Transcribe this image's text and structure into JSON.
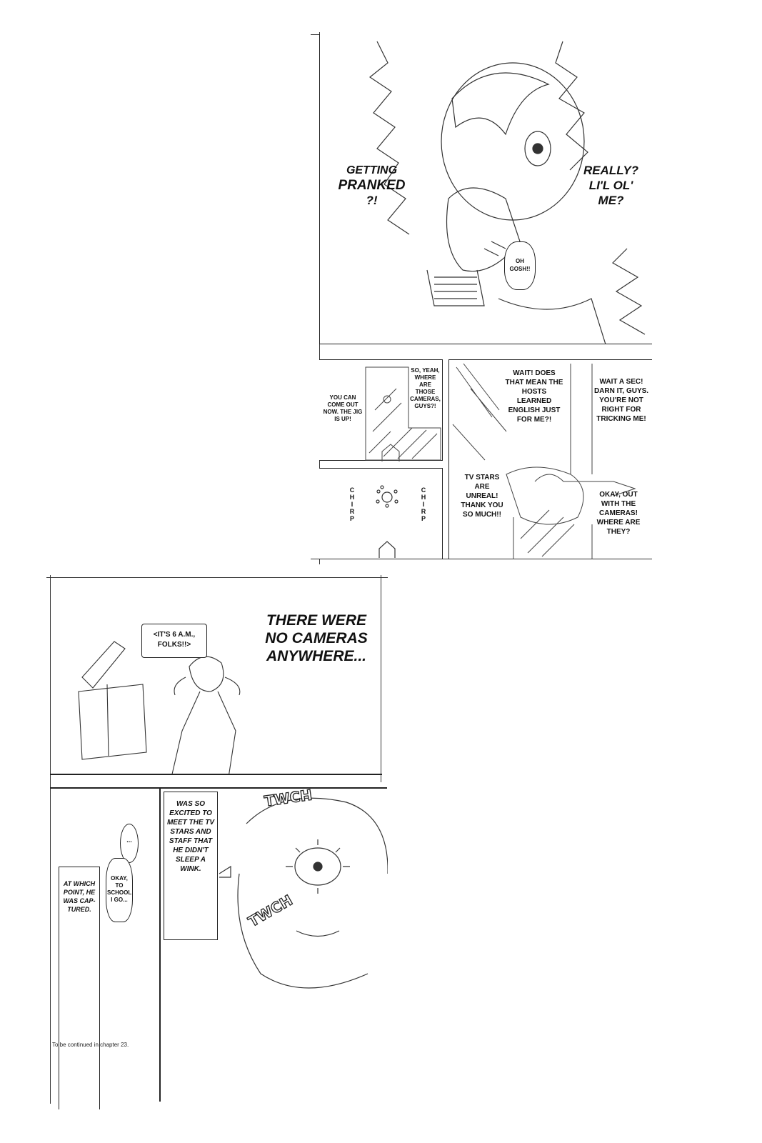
{
  "page1": {
    "panel1": {
      "left_text": "GETTING PRANKED ?!",
      "left_line1": "GETTING",
      "left_line2": "PRANKED",
      "left_line3": "?!",
      "right_line1": "REALLY?",
      "right_line2": "LI'L OL'",
      "right_line3": "ME?",
      "bubble": "OH GOSH!!"
    },
    "panel2": {
      "caption_left": "YOU CAN COME OUT NOW. THE JIG IS UP!",
      "caption_right": "SO, YEAH, WHERE ARE THOSE CAMERAS, GUYS?!"
    },
    "panel3": {
      "sfx_left": "CHIRP",
      "sfx_right": "CHIRP"
    },
    "panel4": {
      "bubble_top_left": "WAIT! DOES THAT MEAN THE HOSTS LEARNED ENGLISH JUST FOR ME?!",
      "bubble_top_right": "WAIT A SEC! DARN IT, GUYS. YOU'RE NOT RIGHT FOR TRICKING ME!",
      "bubble_bottom_left": "TV STARS ARE UNREAL! THANK YOU SO MUCH!!",
      "bubble_bottom_right": "OKAY, OUT WITH THE CAMERAS! WHERE ARE THEY?"
    }
  },
  "page2": {
    "panel1": {
      "tv_bubble": "<IT'S 6 A.M., FOLKS!!>",
      "narration": "THERE WERE NO CAMERAS ANYWHERE..."
    },
    "panel2": {
      "ellipsis_bubble": "...",
      "bubble": "OKAY, TO SCHOOL I GO...",
      "caption": "AT WHICH POINT, HE WAS CAP-TURED."
    },
    "panel3": {
      "caption": "WAS SO EXCITED TO MEET THE TV STARS AND STAFF THAT HE DIDN'T SLEEP A WINK.",
      "sfx_top": "TWCH",
      "sfx_bottom": "TWCH"
    },
    "footer": "To be continued in chapter 23."
  }
}
